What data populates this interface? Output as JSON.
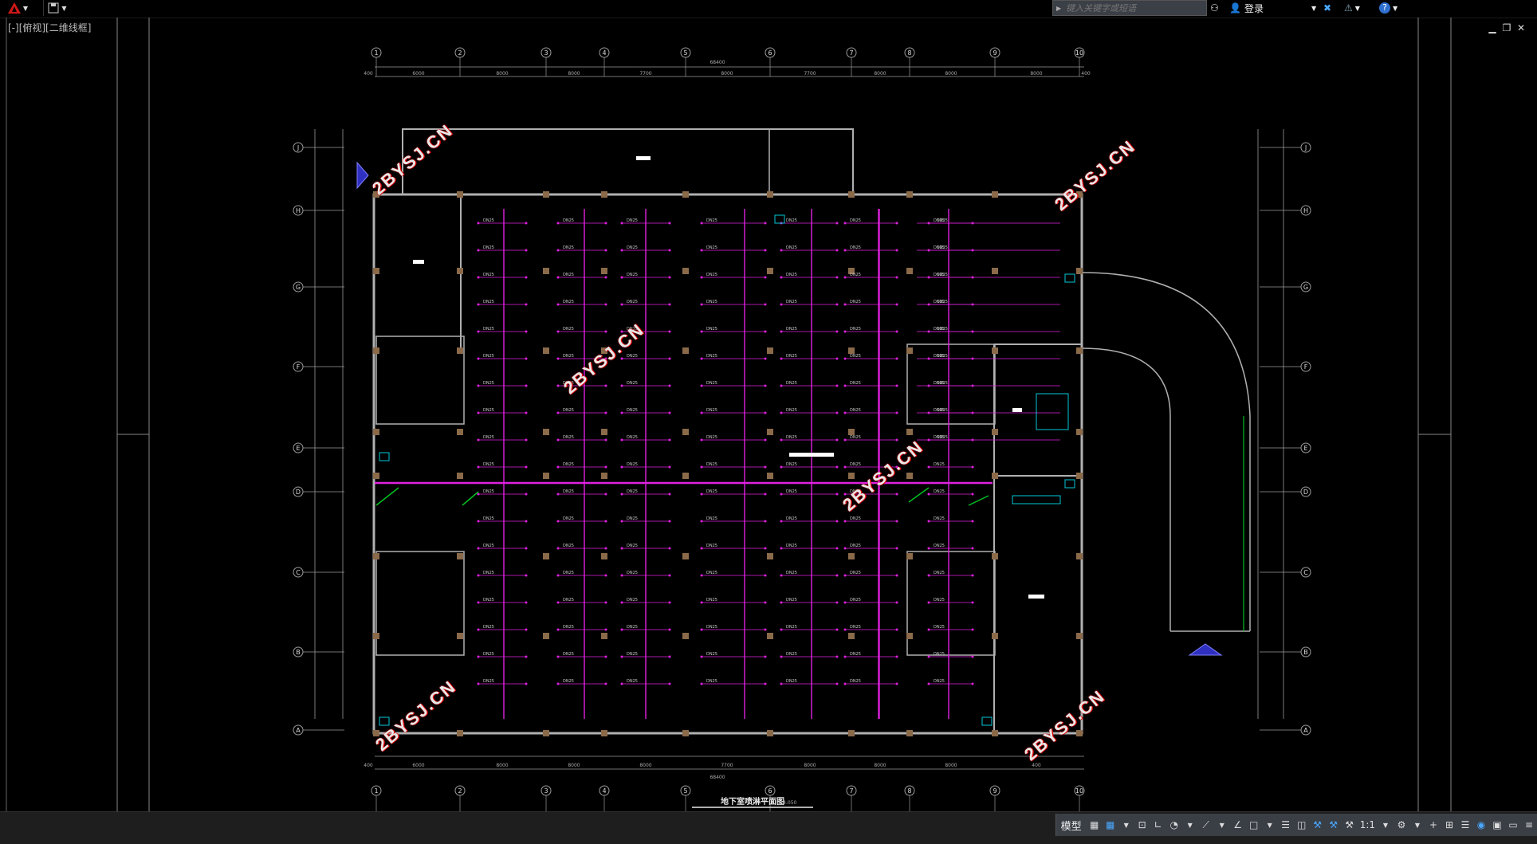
{
  "titlebar": {
    "search_placeholder": "键入关键字或短语",
    "login_label": "登录"
  },
  "viewport": {
    "label": "[-][俯视][二维线框]"
  },
  "drawing": {
    "title": "地下室喷淋平面图",
    "title_note": "-4.050",
    "watermark": "2BYSJ.CN",
    "column_grid": [
      "1",
      "2",
      "3",
      "4",
      "5",
      "6",
      "7",
      "8",
      "9",
      "10"
    ],
    "row_grid": [
      "J",
      "H",
      "G",
      "F",
      "E",
      "D",
      "C",
      "B",
      "A"
    ],
    "top_total": "68400",
    "bottom_total": "68400",
    "top_dims": [
      "400",
      "6000",
      "8000",
      "8000",
      "7700",
      "8000",
      "7700",
      "8000",
      "8000",
      "8000",
      "400"
    ],
    "bottom_dims": [
      "400",
      "6000",
      "8000",
      "8000",
      "8000",
      "7700",
      "8000",
      "8000",
      "8000",
      "400"
    ],
    "pipe_label": "DN25"
  },
  "statusbar": {
    "model_tab": "模型",
    "scale": "1:1"
  },
  "colors": {
    "pipe": "#e020e0",
    "wall": "#b0b0b0",
    "column": "#8b6a4a",
    "grid": "#9a9a9a",
    "green": "#00c020",
    "cyan": "#00c8d8"
  }
}
